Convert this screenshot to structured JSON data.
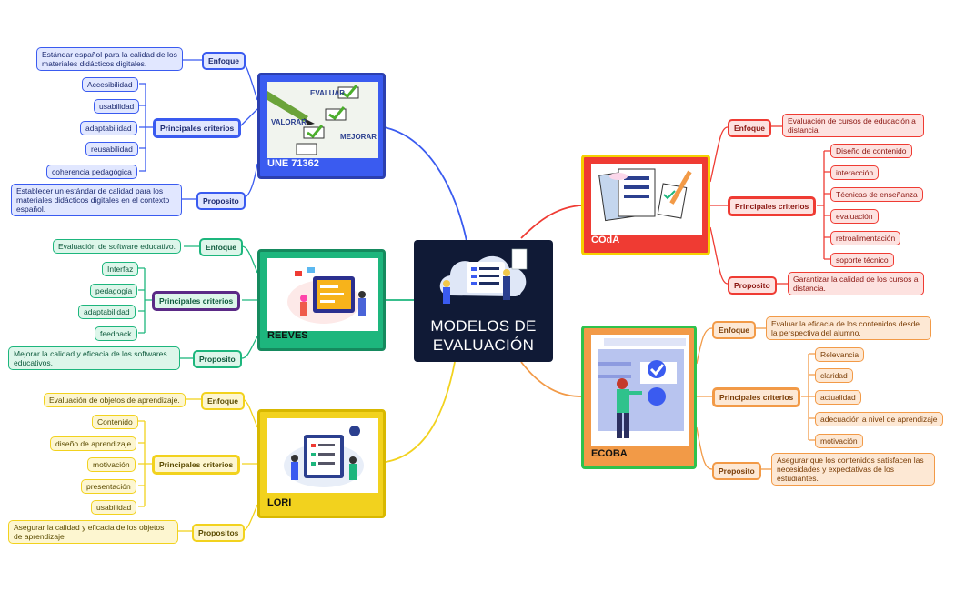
{
  "center": {
    "title_line1": "MODELOS DE",
    "title_line2": "EVALUACIÓN"
  },
  "une": {
    "title": "UNE 71362",
    "image_words": {
      "evaluar": "EVALUAR",
      "valorar": "VALORAR",
      "mejorar": "MEJORAR"
    },
    "enfoque_label": "Enfoque",
    "enfoque_text": "Estándar español para la calidad de los materiales didácticos digitales.",
    "criterios_label": "Principales criterios",
    "criterios": [
      "Accesibilidad",
      "usabilidad",
      "adaptabilidad",
      "reusabilidad",
      "coherencia pedagógica"
    ],
    "proposito_label": "Proposito",
    "proposito_text": "Establecer un estándar de calidad para los materiales didácticos digitales en el contexto español."
  },
  "reeves": {
    "title": "REEVES",
    "enfoque_label": "Enfoque",
    "enfoque_text": "Evaluación de software educativo.",
    "criterios_label": "Principales criterios",
    "criterios": [
      "Interfaz",
      "pedagogía",
      "adaptabilidad",
      "feedback"
    ],
    "proposito_label": "Proposito",
    "proposito_text": "Mejorar la calidad y eficacia de los softwares educativos."
  },
  "lori": {
    "title": "LORI",
    "enfoque_label": "Enfoque",
    "enfoque_text": "Evaluación de objetos de aprendizaje.",
    "criterios_label": "Principales criterios",
    "criterios": [
      "Contenido",
      "diseño de aprendizaje",
      "motivación",
      "presentación",
      "usabilidad"
    ],
    "proposito_label": "Propositos",
    "proposito_text": "Asegurar la calidad y eficacia de los objetos de aprendizaje"
  },
  "coda": {
    "title": "COdA",
    "enfoque_label": "Enfoque",
    "enfoque_text": "Evaluación de cursos de educación a distancia.",
    "criterios_label": "Principales criterios",
    "criterios": [
      "Diseño de contenido",
      "interacción",
      "Técnicas de enseñanza",
      "evaluación",
      "retroalimentación",
      "soporte técnico"
    ],
    "proposito_label": "Proposito",
    "proposito_text": "Garantizar la calidad de los cursos a distancia."
  },
  "ecoba": {
    "title": "ECOBA",
    "enfoque_label": "Enfoque",
    "enfoque_text": "Evaluar la eficacia de los contenidos desde la perspectiva del alumno.",
    "criterios_label": "Principales criterios",
    "criterios": [
      "Relevancia",
      "claridad",
      "actualidad",
      "adecuación a nivel de aprendizaje",
      "motivación"
    ],
    "proposito_label": "Proposito",
    "proposito_text": "Asegurar que los contenidos satisfacen las necesidades y expectativas de los estudiantes."
  },
  "colors": {
    "une": "#3a5bf0",
    "reeves": "#1db67d",
    "lori": "#f2d21e",
    "coda": "#ef3b33",
    "ecoba": "#f29a47",
    "reeves_criterios": "#5b2a86",
    "coda_yellow_frame": "#f5d000",
    "ecoba_green_frame": "#2fc24c",
    "center_bg": "#101a36"
  }
}
